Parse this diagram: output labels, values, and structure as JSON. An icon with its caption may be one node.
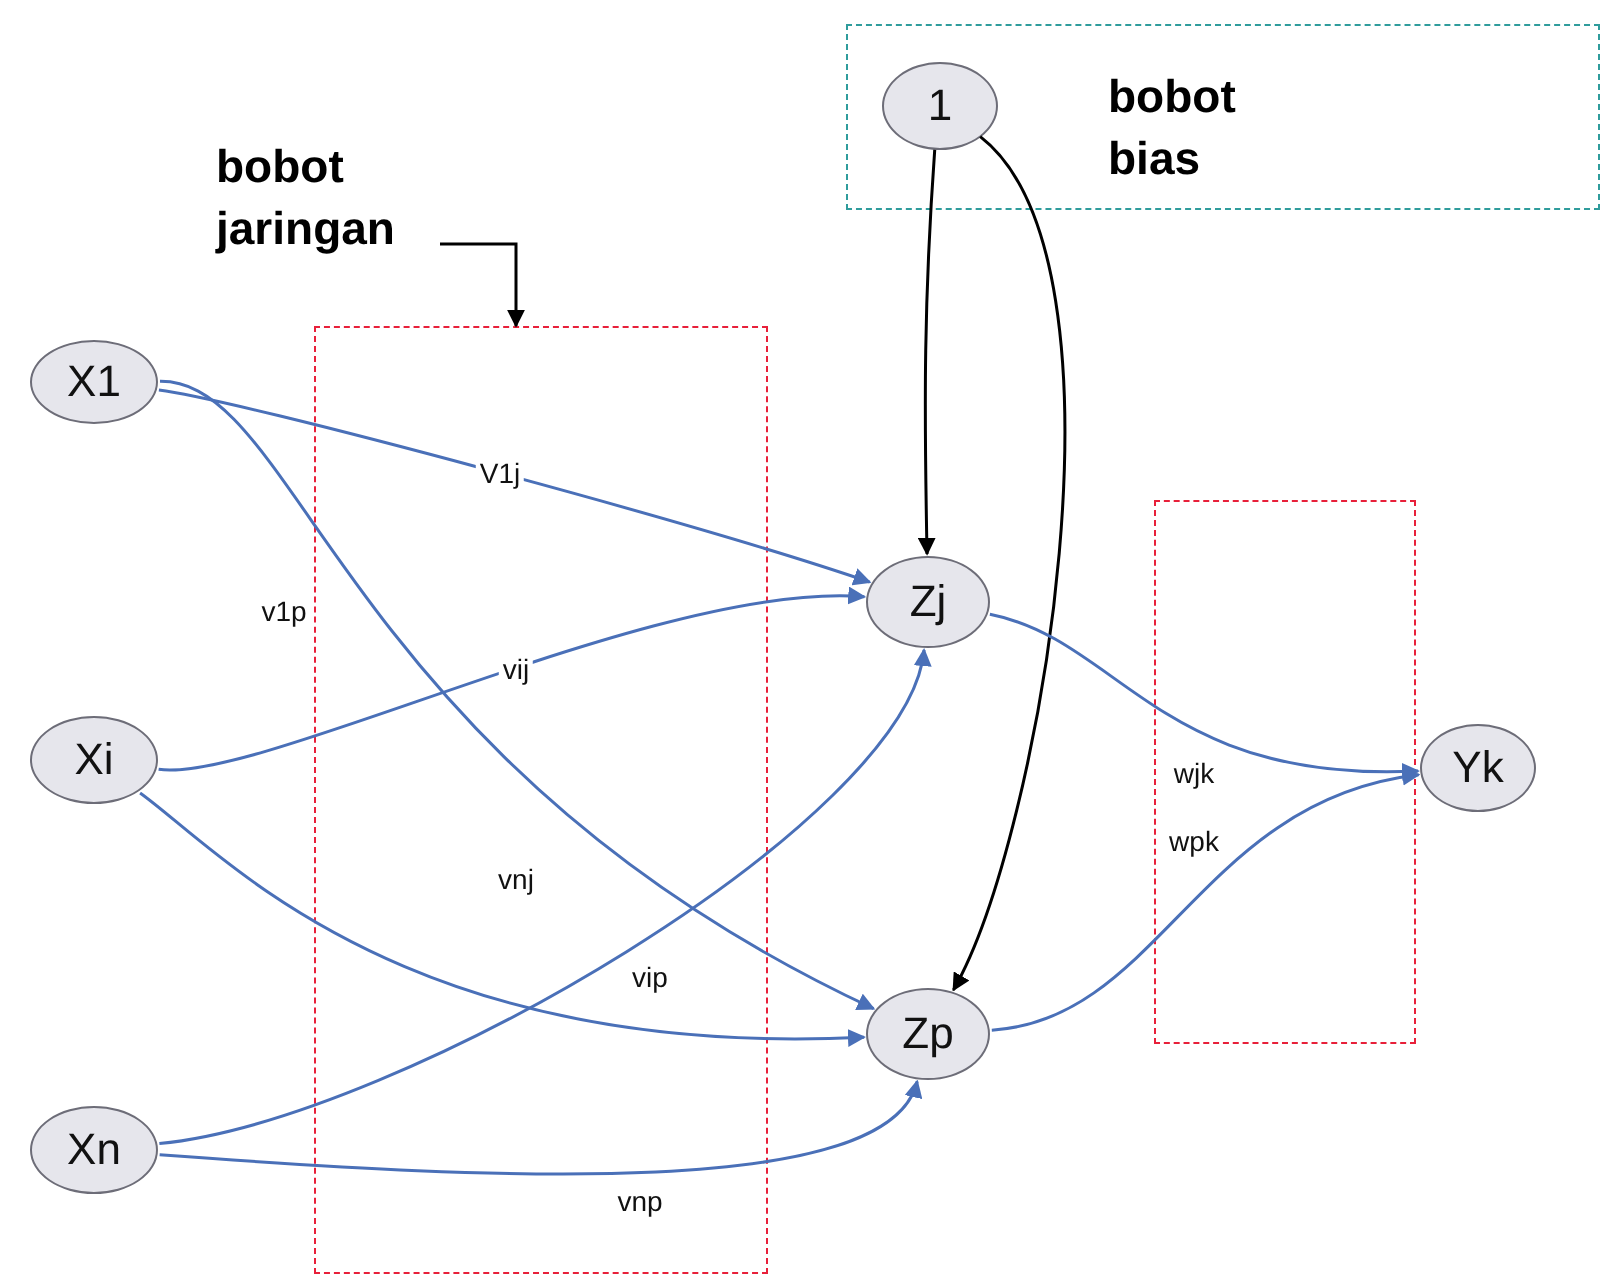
{
  "diagram": {
    "nodes": [
      {
        "text": [
          "bobot bias"
        ]
      },
      {
        "text": [
          "1"
        ],
        "in": 0
      },
      {
        "text": [
          "bobot jaringan"
        ]
      },
      {
        "text": [
          "X1"
        ]
      },
      {
        "text": [
          "Xi"
        ]
      },
      {
        "text": [
          "Xn"
        ]
      },
      {
        "text": [
          "Zj"
        ]
      },
      {
        "text": [
          "Zp"
        ]
      },
      {
        "text": [
          "Yk"
        ]
      }
    ],
    "edges": [
      {
        "from": 1,
        "to": 6,
        "arrow": "to",
        "color": "#000000"
      },
      {
        "from": 1,
        "to": 7,
        "arrow": "to",
        "color": "#000000"
      },
      {
        "from": 2,
        "to": null,
        "arrow": "to",
        "color": "#000000"
      },
      {
        "from": 3,
        "to": 6,
        "arrow": "to",
        "label": "V1j"
      },
      {
        "from": 3,
        "to": 7,
        "arrow": "to",
        "label": "v1p"
      },
      {
        "from": 4,
        "to": 6,
        "arrow": "to",
        "label": "vij"
      },
      {
        "from": 4,
        "to": 7,
        "arrow": "to",
        "label": "vip"
      },
      {
        "from": 5,
        "to": 6,
        "arrow": "to",
        "label": "vnj"
      },
      {
        "from": 5,
        "to": 7,
        "arrow": "to",
        "label": "vnp"
      },
      {
        "from": 6,
        "to": 8,
        "arrow": "to",
        "label": "wjk"
      },
      {
        "from": 7,
        "to": 8,
        "arrow": "to",
        "label": "wpk"
      }
    ]
  }
}
